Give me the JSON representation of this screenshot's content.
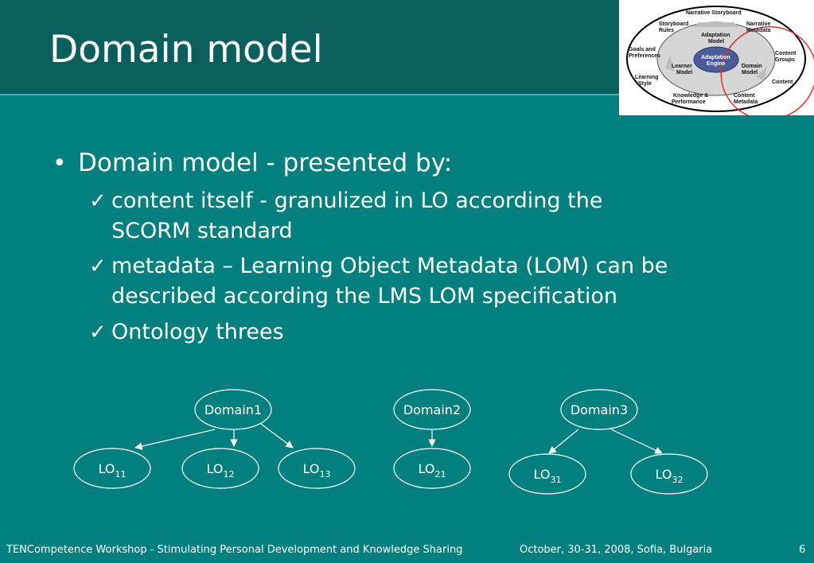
{
  "slide": {
    "title": "Domain model",
    "bullet": "Domain model - presented by:",
    "checkmark": "✓",
    "sub_bullets": [
      {
        "lines": [
          "content itself - granulized in LO according the",
          "SCORM standard"
        ]
      },
      {
        "lines": [
          "metadata – Learning Object Metadata (LOM) can be",
          "described according the LMS LOM specification"
        ]
      },
      {
        "lines": [
          "Ontology threes"
        ]
      }
    ]
  },
  "thumbnail": {
    "labels": {
      "narrative_storyboard": "Narrative Storyboard",
      "storyboard_rules": [
        "Storyboard",
        "Rules"
      ],
      "narrative_metadata": [
        "Narrative",
        "Metadata"
      ],
      "adaptation_model": [
        "Adaptation",
        "Model"
      ],
      "goals_preferences": [
        "Goals and",
        "Preferences"
      ],
      "adaptation_engine": [
        "Adaptation",
        "Engine"
      ],
      "content_groups": [
        "Content",
        "Groups"
      ],
      "learner_model": [
        "Learner",
        "Model"
      ],
      "domain_model": [
        "Domain",
        "Model"
      ],
      "learning_style": [
        "Learning",
        "Style"
      ],
      "content": "Content",
      "knowledge_performance": [
        "Knowledge &",
        "Performance"
      ],
      "content_metadata": [
        "Content",
        "Metadata"
      ]
    }
  },
  "tree": {
    "domains": [
      {
        "label": "Domain1",
        "children": [
          {
            "base": "LO",
            "sub": "11"
          },
          {
            "base": "LO",
            "sub": "12"
          },
          {
            "base": "LO",
            "sub": "13"
          }
        ]
      },
      {
        "label": "Domain2",
        "children": [
          {
            "base": "LO",
            "sub": "21"
          }
        ]
      },
      {
        "label": "Domain3",
        "children": [
          {
            "base": "LO",
            "sub": "31"
          },
          {
            "base": "LO",
            "sub": "32"
          }
        ]
      }
    ]
  },
  "footer": {
    "left": "TENCompetence Workshop - Stimulating Personal Development and Knowledge Sharing",
    "date": "October, 30-31, 2008, Sofia, Bulgaria",
    "page": "6"
  }
}
